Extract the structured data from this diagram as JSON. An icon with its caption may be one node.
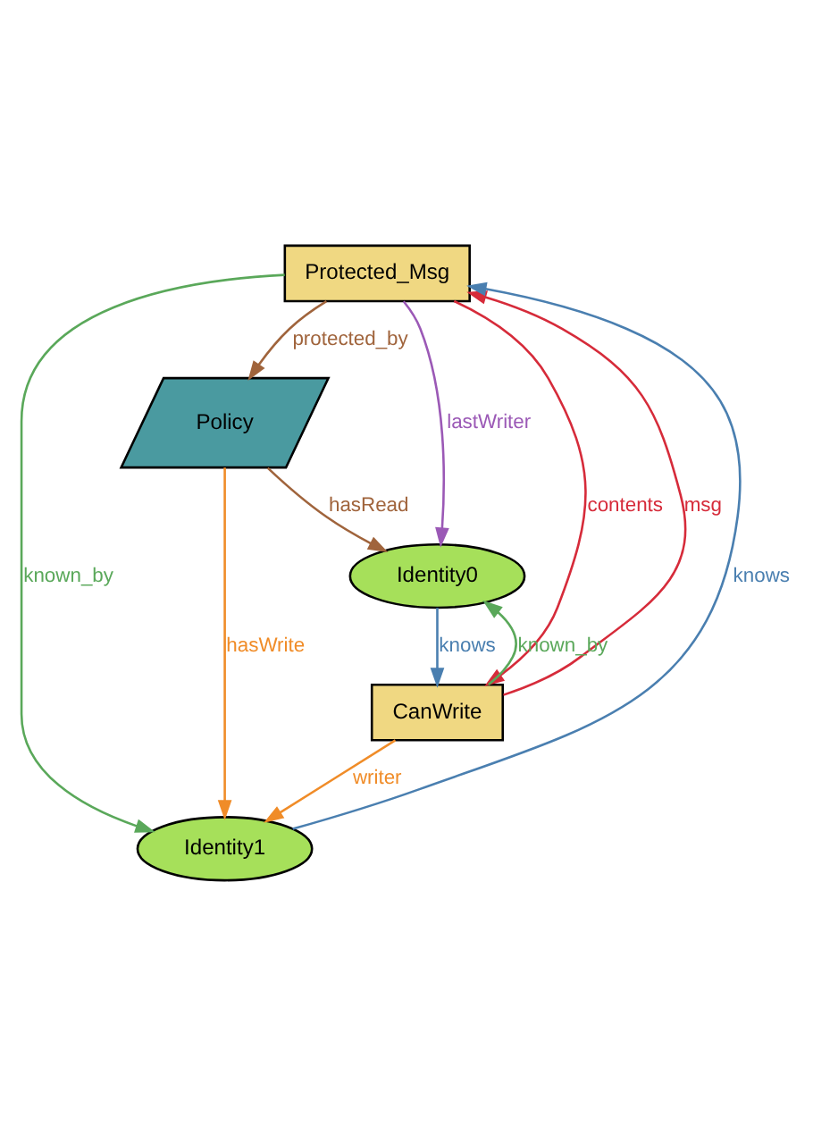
{
  "diagram": {
    "nodes": [
      {
        "text": [
          "Protected_Msg"
        ]
      },
      {
        "text": [
          "Policy"
        ]
      },
      {
        "text": [
          "Identity0"
        ]
      },
      {
        "text": [
          "CanWrite"
        ]
      },
      {
        "text": [
          "Identity1"
        ]
      }
    ],
    "edges": [
      {
        "from": 0,
        "to": 2,
        "arrow": "to",
        "label": "lastWriter",
        "color": "#9b59b6"
      },
      {
        "from": 0,
        "to": 3,
        "arrow": "to",
        "label": "contents",
        "color": "#d62b3a"
      },
      {
        "from": 0,
        "to": 1,
        "arrow": "to",
        "label": "protected_by",
        "color": "#a0643c"
      },
      {
        "from": 0,
        "to": 4,
        "arrow": "to",
        "label": "known_by",
        "color": "#5aa85a"
      },
      {
        "from": 4,
        "to": 0,
        "arrow": "to",
        "label": "knows",
        "color": "#4a7fb0"
      },
      {
        "from": 3,
        "to": 0,
        "arrow": "to",
        "label": "msg",
        "color": "#d62b3a"
      },
      {
        "from": 1,
        "to": 2,
        "arrow": "to",
        "label": "hasRead",
        "color": "#a0643c"
      },
      {
        "from": 1,
        "to": 4,
        "arrow": "to",
        "label": "hasWrite",
        "color": "#f08c28"
      },
      {
        "from": 2,
        "to": 3,
        "arrow": "to",
        "label": "knows",
        "color": "#4a7fb0"
      },
      {
        "from": 3,
        "to": 2,
        "arrow": "to",
        "label": "known_by",
        "color": "#5aa85a"
      },
      {
        "from": 3,
        "to": 4,
        "arrow": "to",
        "label": "writer",
        "color": "#f08c28"
      }
    ]
  }
}
